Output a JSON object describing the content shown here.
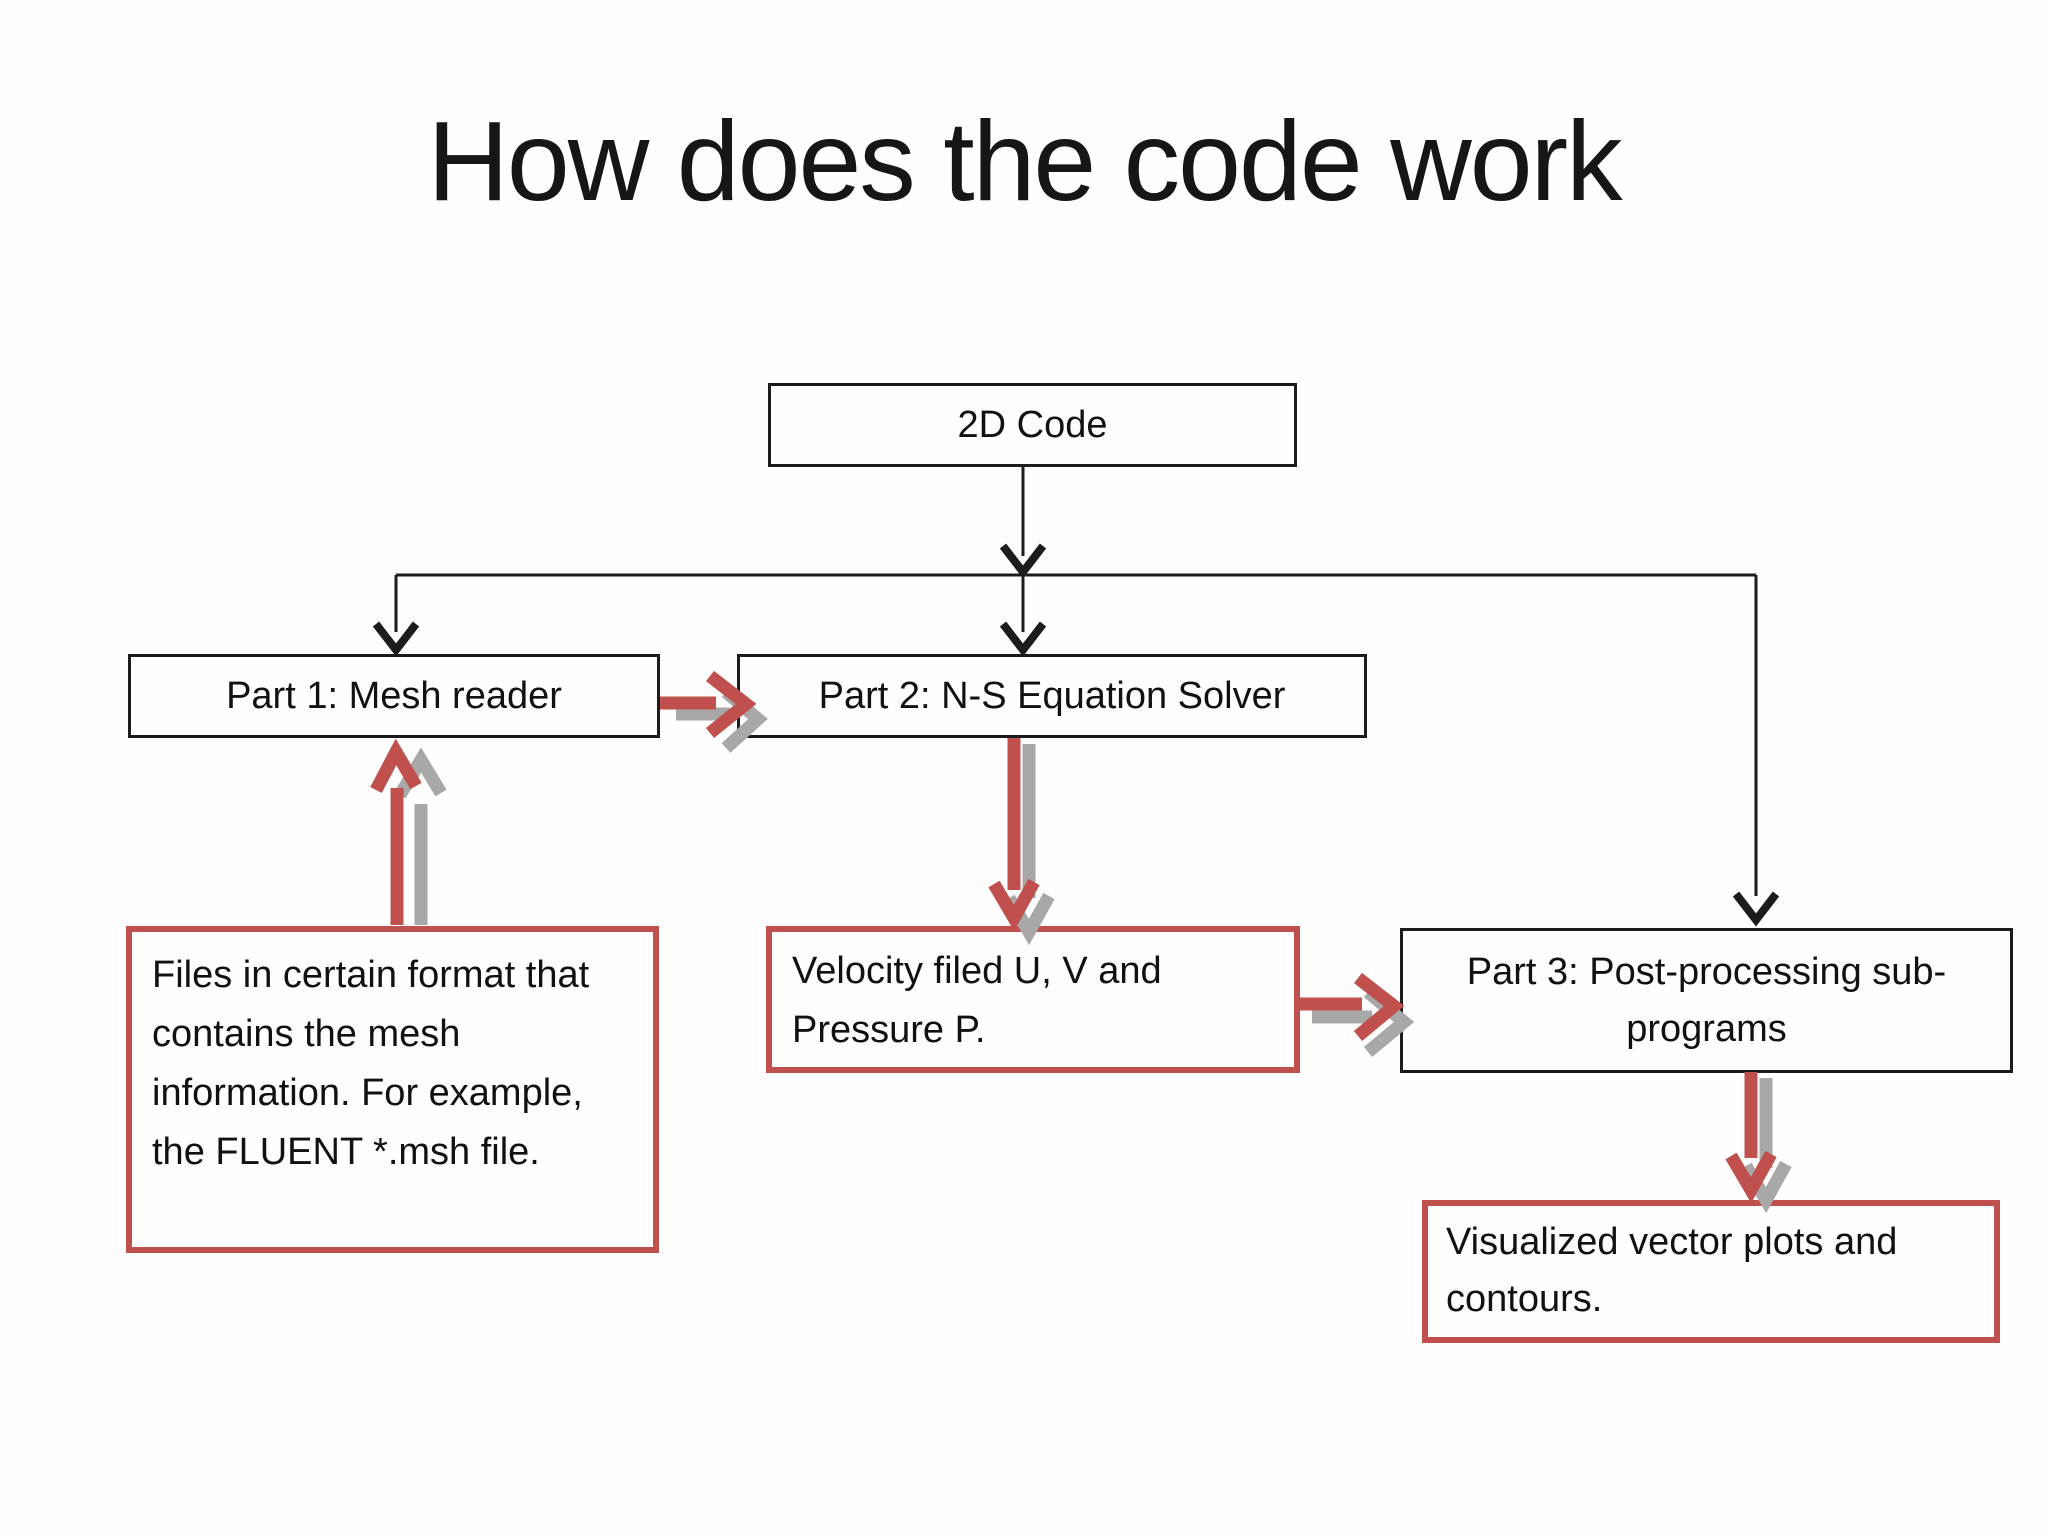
{
  "slide": {
    "title": "How does the code work"
  },
  "nodes": {
    "code2d": {
      "label": "2D Code",
      "border": "black"
    },
    "part1": {
      "label": "Part 1: Mesh reader",
      "border": "black"
    },
    "part2": {
      "label": "Part 2: N-S Equation Solver",
      "border": "black"
    },
    "part3": {
      "label": "Part 3: Post-processing sub-programs",
      "border": "black"
    },
    "files": {
      "label": "Files in certain format that contains the mesh information. For example, the FLUENT *.msh file.",
      "border": "red"
    },
    "velocity": {
      "label": "Velocity filed U, V and Pressure P.",
      "border": "red"
    },
    "visualized": {
      "label": "Visualized vector plots and contours.",
      "border": "red"
    }
  },
  "colors": {
    "accent_red": "#c0504d",
    "shadow_gray": "#a8a8a8",
    "line_black": "#1c1c1c"
  }
}
